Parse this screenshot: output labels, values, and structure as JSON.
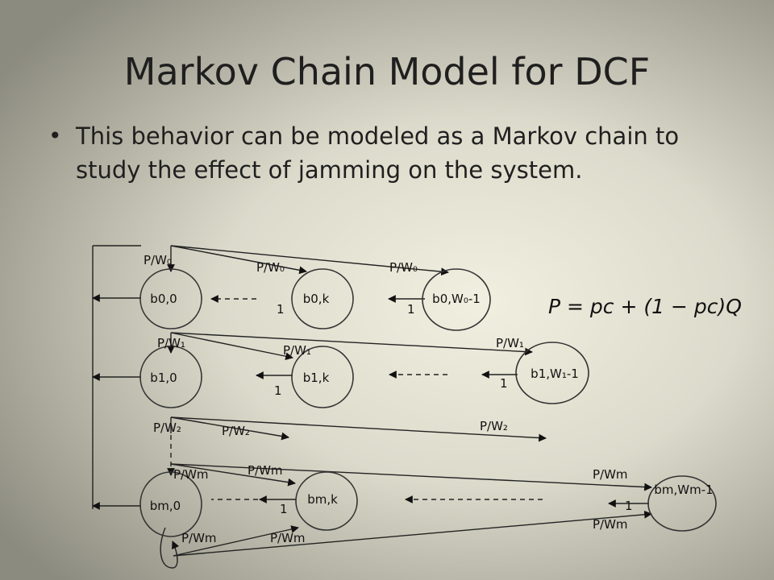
{
  "slide": {
    "title": "Markov Chain Model for DCF",
    "bullet": "This behavior can be modeled as a Markov chain to study the effect of jamming on the system."
  },
  "diagram": {
    "nodes": [
      {
        "id": "b00",
        "label": "b0,0"
      },
      {
        "id": "b0k",
        "label": "b0,k"
      },
      {
        "id": "b0w",
        "label": "b0,W₀-1"
      },
      {
        "id": "b10",
        "label": "b1,0"
      },
      {
        "id": "b1k",
        "label": "b1,k"
      },
      {
        "id": "b1w",
        "label": "b1,W₁-1"
      },
      {
        "id": "bm0",
        "label": "bm,0"
      },
      {
        "id": "bmk",
        "label": "bm,k"
      },
      {
        "id": "bmw",
        "label": "bm,Wm-1"
      }
    ],
    "edge_labels": {
      "p_w0": "P/W₀",
      "p_w1": "P/W₁",
      "p_w2": "P/W₂",
      "p_wm": "P/Wm",
      "one": "1"
    },
    "formula": "P = pc + (1 − pc)Q"
  }
}
